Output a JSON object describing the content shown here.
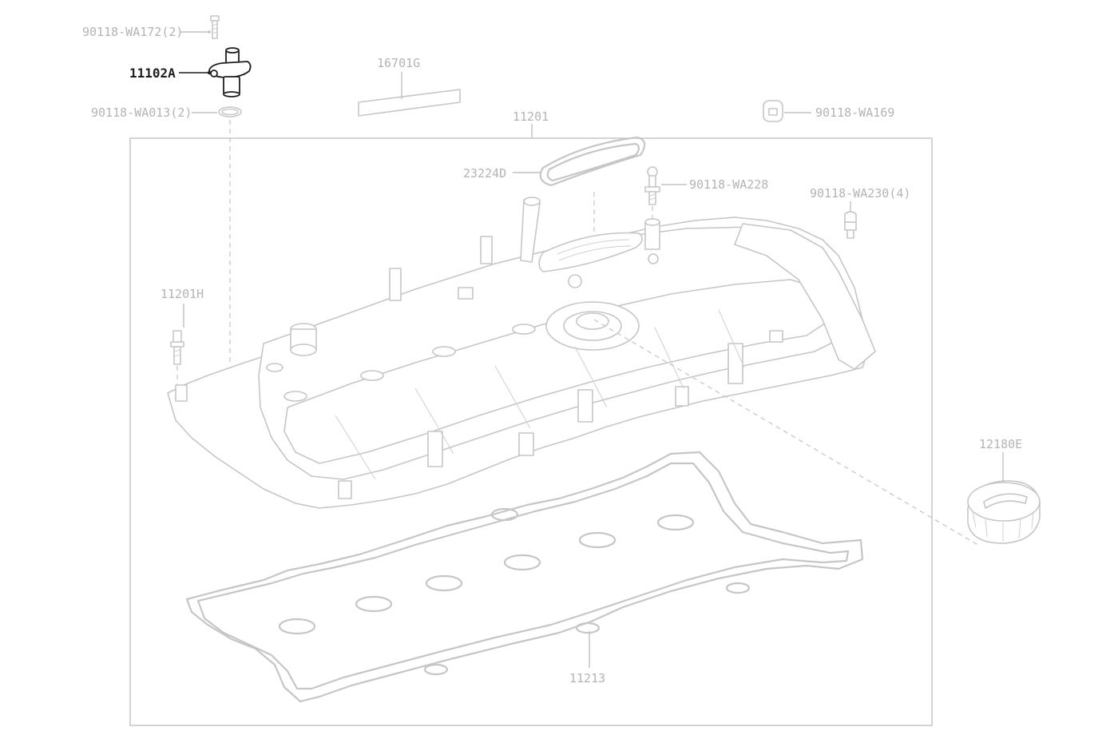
{
  "diagram": {
    "callouts": {
      "p90118_wa172": "90118-WA172(2)",
      "p11102a": "11102A",
      "p90118_wa013": "90118-WA013(2)",
      "p16701g": "16701G",
      "p11201": "11201",
      "p90118_wa169": "90118-WA169",
      "p23224d": "23224D",
      "p90118_wa228": "90118-WA228",
      "p90118_wa230": "90118-WA230(4)",
      "p11201h": "11201H",
      "p12180e": "12180E",
      "p11213": "11213"
    },
    "highlighted_part": "11102A",
    "colors": {
      "inactive": "#b4b4b4",
      "active": "#1e1e1e",
      "background": "#ffffff"
    }
  }
}
